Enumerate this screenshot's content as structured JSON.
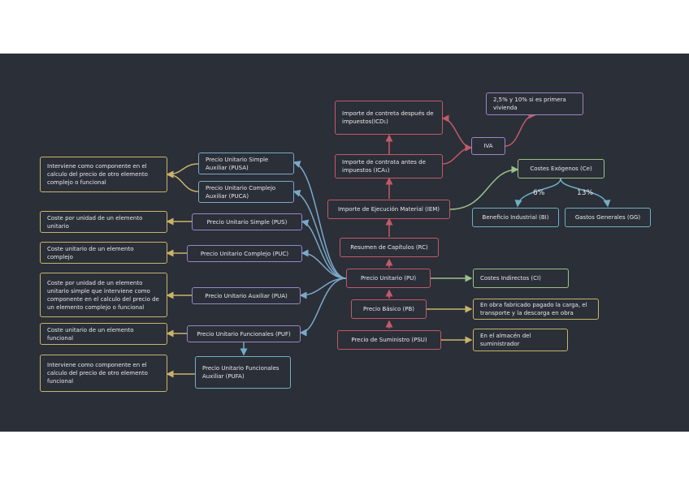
{
  "nodes": {
    "icdi": "Importe de contreta después de impuestos(ICD₁)",
    "iva": "IVA",
    "iva_note": "2,5% y 10% si es primera vivienda",
    "icai": "Importe de contrata antes de impuestos (ICA₁)",
    "iem": "Importe de Ejecución Material (IEM)",
    "ce": "Costes Exógenos (Ce)",
    "bi": "Beneficio Industrial (BI)",
    "gg": "Gastos Generales (GG)",
    "pct_bi": "6%",
    "pct_gg": "13%",
    "rc": "Resumen de Capítulos (RC)",
    "pu": "Precio Unitario (PU)",
    "ci": "Costes Indirectos (CI)",
    "pb": "Precio Básico (PB)",
    "pb_note": "En obra fabricado pagado la carga, el transporte y la descarga en obra",
    "ps": "Precio de Suministro (PSU)",
    "ps_note": "En el almacén del suministrador",
    "pusa": "Precio Unitario Simple Auxiliar (PUSA)",
    "puca": "Precio Unitario Complejo Auxiliar (PUCA)",
    "pus": "Precio Unitario Simple (PUS)",
    "puc": "Precio Unitario Complejo (PUC)",
    "pua": "Precio Unitario Auxiliar (PUA)",
    "puf": "Precio Unitario Funcionales (PUF)",
    "pufa": "Precio Unitario Funcionales Auxiliar (PUFA)",
    "d_pusa": "Interviene como componente en el calculo del precio de otro elemento complejo o funcional",
    "d_pus": "Coste por unidad de un elemento unitario",
    "d_puc": "Coste unitario de un elemento complejo",
    "d_pua": "Coste por unidad de un elemento unitario simple que interviene como componente en el calculo del precio de un elemento complejo o funcional",
    "d_puf": "Coste unitario de un elemento funcional",
    "d_pufa": "Interviene como componente en el calculo del precio de otro elemento funcional"
  }
}
